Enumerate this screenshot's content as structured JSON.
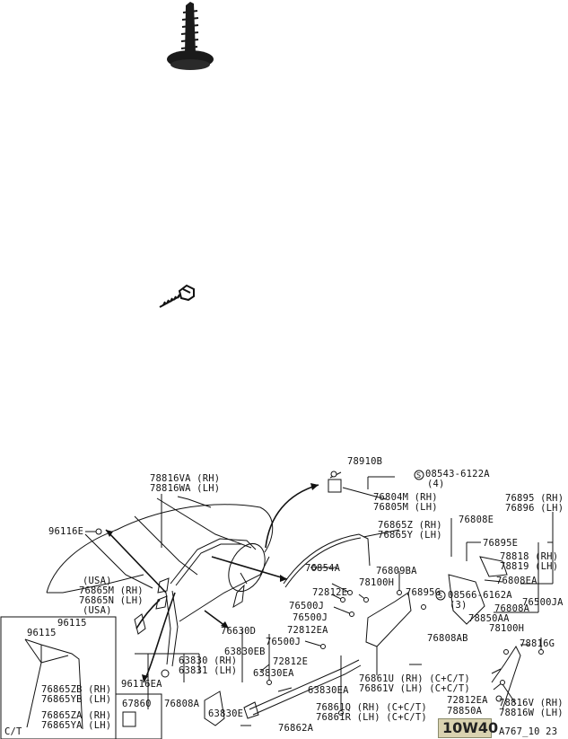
{
  "thumbnails": [
    {
      "name": "flange-screw",
      "icon": "flange-screw-icon"
    },
    {
      "name": "tapping-screw",
      "icon": "tapping-screw-icon"
    }
  ],
  "diagram": {
    "title_code": "A767_10 23",
    "watermark": "10W40",
    "inset": {
      "label_ct": "C/T",
      "p96115a": "96115",
      "p96115b": "96115",
      "rh_b": "76865ZB (RH)",
      "lh_b": "76865YB (LH)",
      "rh_a": "76865ZA (RH)",
      "lh_a": "76865YA (LH)",
      "clip": "67860"
    },
    "labels": {
      "p78910B": "78910B",
      "p08543": "08543-6122A",
      "p08543_qty": "(4)",
      "p76804M": "76804M (RH)",
      "p76805M": "76805M (LH)",
      "p78816VA": "78816VA (RH)",
      "p78816WA": "78816WA (LH)",
      "p96116E": "96116E",
      "usa1": "(USA)",
      "p76865M": "76865M (RH)",
      "p76865N": "76865N (LH)",
      "usa2": "(USA)",
      "p76895": "76895 (RH)",
      "p76896": "76896 (LH)",
      "p76808E": "76808E",
      "p76895E": "76895E",
      "p78818": "78818 (RH)",
      "p78819": "78819 (LH)",
      "p76808EA": "76808EA",
      "p76865Z": "76865Z (RH)",
      "p76865Y": "76865Y (LH)",
      "p76854A": "76854A",
      "p76809BA": "76809BA",
      "p78100H": "78100H",
      "p72812E_1": "72812E",
      "p76895G": "76895G",
      "p76500J_1": "76500J",
      "p76500J_2": "76500J",
      "p72812EA_1": "72812EA",
      "p76500J_3": "76500J",
      "p72812E_2": "72812E",
      "p76630D": "76630D",
      "p63830EB": "63830EB",
      "p76808A_1": "76808A",
      "p08566": "08566-6162A",
      "p08566_qty": "(3)",
      "p78850AA": "78850AA",
      "p76500JA": "76500JA",
      "p78100H_2": "78100H",
      "p78816G": "78816G",
      "p76808AB": "76808AB",
      "p63830": "63830 (RH)",
      "p63831": "63831 (LH)",
      "p63830EA": "63830EA",
      "p96116EA": "96116EA",
      "p76808A_2": "76808A",
      "p63830E": "63830E",
      "p63830EA_2": "63830EA",
      "p76861U": "76861U (RH) (C+C/T)",
      "p76861V": "76861V (LH) (C+C/T)",
      "p76861Q": "76861Q (RH) (C+C/T)",
      "p76861R": "76861R (LH) (C+C/T)",
      "p76862A": "76862A",
      "p72812EA_2": "72812EA",
      "p78850A": "78850A",
      "p78816V": "78816V (RH)",
      "p78816W": "78816W (LH)"
    }
  }
}
